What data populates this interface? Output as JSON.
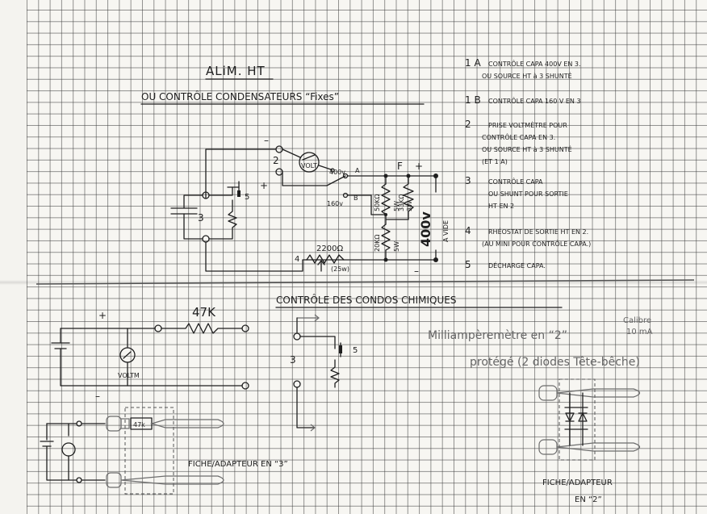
{
  "title": "ALiM. HT",
  "subtitle": "OU CONTRÔLE CONDENSATEURS “Fixes”",
  "section2_title": "CONTRÔLE DES CONDOS CHIMIQUES",
  "upper_circuit": {
    "minus": "–",
    "plus": "+",
    "terminal_2": "2",
    "terminal_3": "3",
    "terminal_4": "4",
    "switch_5": "5",
    "volt": "VOLT",
    "sw_a_voltage": "400v",
    "sw_a": "A",
    "sw_b_voltage": "160v",
    "sw_b": "B",
    "r1": "50KΩ",
    "r1_power": "5W",
    "r2": "33KΩ",
    "r2_power": "3W",
    "r3": "20KΩ",
    "r3_power": "5W",
    "rheo": "2200Ω",
    "rheo_power": "(25w)",
    "f_label": "F",
    "out_plus": "+",
    "out_voltage": "400v",
    "out_vide": "A VIDE",
    "out_minus": "–"
  },
  "legend": [
    {
      "num": "1 A",
      "lines": [
        "CONTRÔLE CAPA 400V EN 3.",
        "OU SOURCE HT à 3 SHUNTÉ"
      ]
    },
    {
      "num": "1 B",
      "lines": [
        "CONTRÔLE CAPA 160 V EN 3"
      ]
    },
    {
      "num": "2",
      "lines": [
        "PRISE VOLTMÈTRE POUR",
        "CONTRÔLE CAPA EN 3.",
        "OU SOURCE HT à 3 SHUNTÉ",
        "(ET 1 A)"
      ]
    },
    {
      "num": "3",
      "lines": [
        "CONTRÔLE CAPA",
        "OU SHUNT POUR SORTIE",
        "HT EN 2"
      ]
    },
    {
      "num": "4",
      "lines": [
        "RHÉOSTAT DE SORTIE HT EN 2.",
        "(AU MINI POUR CONTRÔLE CAPA.)"
      ]
    },
    {
      "num": "5",
      "lines": [
        "DÉCHARGE CAPA."
      ]
    }
  ],
  "lower_left": {
    "plus": "+",
    "minus": "–",
    "resistor": "47K",
    "voltm": "VOLTM",
    "adapter_resistor": "47k",
    "adapter_caption": "FICHE/ADAPTEUR EN “3”"
  },
  "lower_mid": {
    "terminal": "3",
    "switch": "5"
  },
  "lower_right": {
    "line1": "Milliampèremètre en “2”",
    "line2": "protégé (2 diodes Tête-bêche)",
    "calibre": "Calibre",
    "range": "10 mA",
    "adapter_caption_1": "FICHE/ADAPTEUR",
    "adapter_caption_2": "EN “2”"
  }
}
